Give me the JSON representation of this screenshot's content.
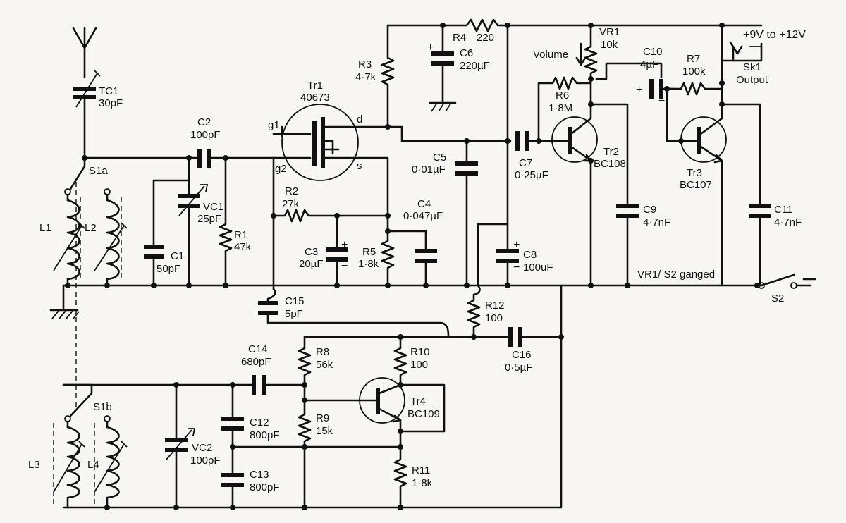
{
  "components": {
    "tc1": {
      "name": "TC1",
      "value": "30pF"
    },
    "c1": {
      "name": "C1",
      "value": "50pF"
    },
    "vc1": {
      "name": "VC1",
      "value": "25pF"
    },
    "r1": {
      "name": "R1",
      "value": "47k"
    },
    "c2": {
      "name": "C2",
      "value": "100pF"
    },
    "tr1": {
      "name": "Tr1",
      "value": "40673"
    },
    "r2": {
      "name": "R2",
      "value": "27k"
    },
    "c3": {
      "name": "C3",
      "value": "20µF"
    },
    "r5": {
      "name": "R5",
      "value": "1·8k"
    },
    "c4": {
      "name": "C4",
      "value": "0·047µF"
    },
    "c5": {
      "name": "C5",
      "value": "0·01µF"
    },
    "r3": {
      "name": "R3",
      "value": "4·7k"
    },
    "r4": {
      "name": "R4",
      "value": "220"
    },
    "c6": {
      "name": "C6",
      "value": "220µF"
    },
    "c7": {
      "name": "C7",
      "value": "0·25µF"
    },
    "c8": {
      "name": "C8",
      "value": "100uF"
    },
    "vr1": {
      "name": "VR1",
      "value": "10k"
    },
    "r6": {
      "name": "R6",
      "value": "1·8M"
    },
    "tr2": {
      "name": "Tr2",
      "value": "BC108"
    },
    "c9": {
      "name": "C9",
      "value": "4·7nF"
    },
    "c10": {
      "name": "C10",
      "value": "4µF"
    },
    "r7": {
      "name": "R7",
      "value": "100k"
    },
    "tr3": {
      "name": "Tr3",
      "value": "BC107"
    },
    "c11": {
      "name": "C11",
      "value": "4·7nF"
    },
    "c15": {
      "name": "C15",
      "value": "5pF"
    },
    "r12": {
      "name": "R12",
      "value": "100"
    },
    "c16": {
      "name": "C16",
      "value": "0·5µF"
    },
    "c14": {
      "name": "C14",
      "value": "680pF"
    },
    "r8": {
      "name": "R8",
      "value": "56k"
    },
    "r9": {
      "name": "R9",
      "value": "15k"
    },
    "r10": {
      "name": "R10",
      "value": "100"
    },
    "r11": {
      "name": "R11",
      "value": "1·8k"
    },
    "tr4": {
      "name": "Tr4",
      "value": "BC109"
    },
    "c12": {
      "name": "C12",
      "value": "800pF"
    },
    "c13": {
      "name": "C13",
      "value": "800pF"
    },
    "vc2": {
      "name": "VC2",
      "value": "100pF"
    },
    "l1": {
      "name": "L1"
    },
    "l2": {
      "name": "L2"
    },
    "l3": {
      "name": "L3"
    },
    "l4": {
      "name": "L4"
    },
    "s1a": {
      "name": "S1a"
    },
    "s1b": {
      "name": "S1b"
    },
    "s2": {
      "name": "S2"
    },
    "sk1": {
      "name": "Sk1",
      "note": "Output"
    }
  },
  "labels": {
    "supply": "+9V to +12V",
    "volume": "Volume",
    "ganged": "VR1/ S2 ganged",
    "g1": "g1",
    "g2": "g2",
    "d": "d",
    "s": "s",
    "plus": "+",
    "minus": "−"
  }
}
